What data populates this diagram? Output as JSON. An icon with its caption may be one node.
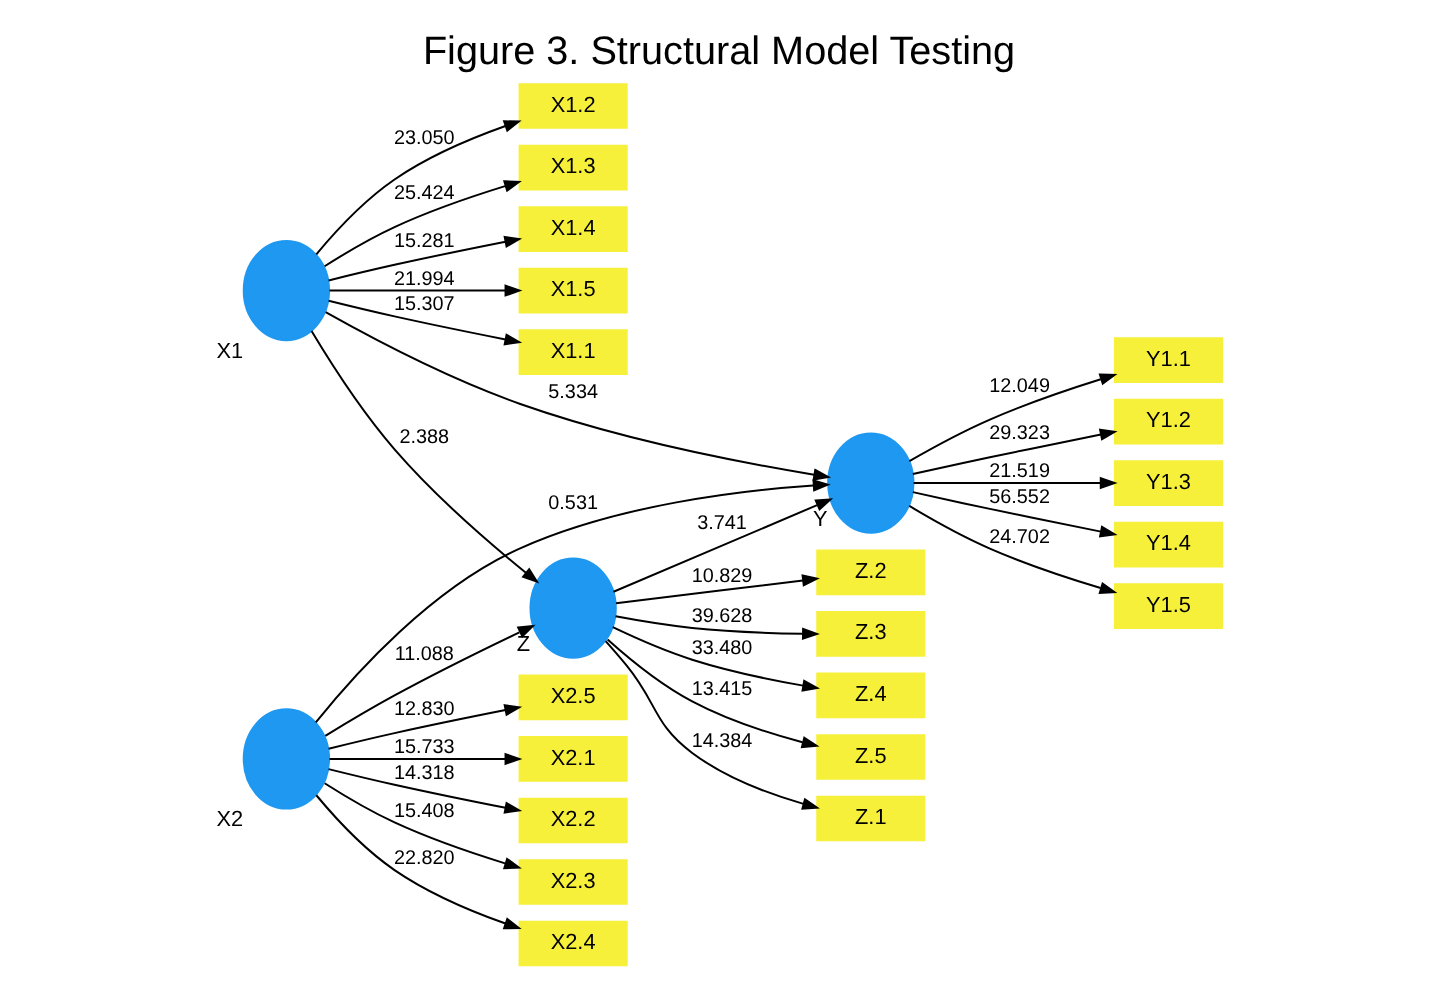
{
  "diagram": {
    "title": "Figure 3. Structural Model Testing",
    "nodes": [
      {
        "text": [
          "X1"
        ]
      },
      {
        "text": [
          "X1.2"
        ]
      },
      {
        "text": [
          "X1.3"
        ]
      },
      {
        "text": [
          "X1.4"
        ]
      },
      {
        "text": [
          "X1.5"
        ]
      },
      {
        "text": [
          "X1.1"
        ]
      },
      {
        "text": [
          "X2"
        ]
      },
      {
        "text": [
          "X2.1"
        ]
      },
      {
        "text": [
          "X2.2"
        ]
      },
      {
        "text": [
          "X2.3"
        ]
      },
      {
        "text": [
          "X2.4"
        ]
      },
      {
        "text": [
          "X2.5"
        ]
      },
      {
        "text": [
          "Z"
        ]
      },
      {
        "text": [
          "Z.1"
        ]
      },
      {
        "text": [
          "Z.2"
        ]
      },
      {
        "text": [
          "Z.3"
        ]
      },
      {
        "text": [
          "Z.4"
        ]
      },
      {
        "text": [
          "Z.5"
        ]
      },
      {
        "text": [
          "Y"
        ]
      },
      {
        "text": [
          "Y1.1"
        ]
      },
      {
        "text": [
          "Y1.2"
        ]
      },
      {
        "text": [
          "Y1.3"
        ]
      },
      {
        "text": [
          "Y1.4"
        ]
      },
      {
        "text": [
          "Y1.5"
        ]
      }
    ],
    "edges": [
      {
        "from": 0,
        "to": 1,
        "arrow": "to",
        "label": "23.050"
      },
      {
        "from": 0,
        "to": 2,
        "arrow": "to",
        "label": "25.424"
      },
      {
        "from": 0,
        "to": 3,
        "arrow": "to",
        "label": "15.281"
      },
      {
        "from": 0,
        "to": 4,
        "arrow": "to",
        "label": "21.994"
      },
      {
        "from": 0,
        "to": 5,
        "arrow": "to",
        "label": "15.307"
      },
      {
        "from": 6,
        "to": 7,
        "arrow": "to",
        "label": "15.733"
      },
      {
        "from": 6,
        "to": 8,
        "arrow": "to",
        "label": "14.318"
      },
      {
        "from": 6,
        "to": 9,
        "arrow": "to",
        "label": "15.408"
      },
      {
        "from": 6,
        "to": 10,
        "arrow": "to",
        "label": "22.820"
      },
      {
        "from": 6,
        "to": 11,
        "arrow": "to",
        "label": "12.830"
      },
      {
        "from": 12,
        "to": 13,
        "arrow": "to",
        "label": "14.384"
      },
      {
        "from": 12,
        "to": 14,
        "arrow": "to",
        "label": "10.829"
      },
      {
        "from": 12,
        "to": 15,
        "arrow": "to",
        "label": "39.628"
      },
      {
        "from": 12,
        "to": 16,
        "arrow": "to",
        "label": "33.480"
      },
      {
        "from": 12,
        "to": 17,
        "arrow": "to",
        "label": "13.415"
      },
      {
        "from": 0,
        "to": 12,
        "arrow": "to",
        "label": "2.388"
      },
      {
        "from": 0,
        "to": 18,
        "arrow": "to",
        "label": "5.334"
      },
      {
        "from": 6,
        "to": 12,
        "arrow": "to",
        "label": "11.088"
      },
      {
        "from": 6,
        "to": 18,
        "arrow": "to",
        "label": "0.531"
      },
      {
        "from": 12,
        "to": 18,
        "arrow": "to",
        "label": "3.741"
      },
      {
        "from": 18,
        "to": 19,
        "arrow": "to",
        "label": "12.049"
      },
      {
        "from": 18,
        "to": 20,
        "arrow": "to",
        "label": "29.323"
      },
      {
        "from": 18,
        "to": 21,
        "arrow": "to",
        "label": "21.519"
      },
      {
        "from": 18,
        "to": 22,
        "arrow": "to",
        "label": "56.552"
      },
      {
        "from": 18,
        "to": 23,
        "arrow": "to",
        "label": "24.702"
      }
    ]
  }
}
